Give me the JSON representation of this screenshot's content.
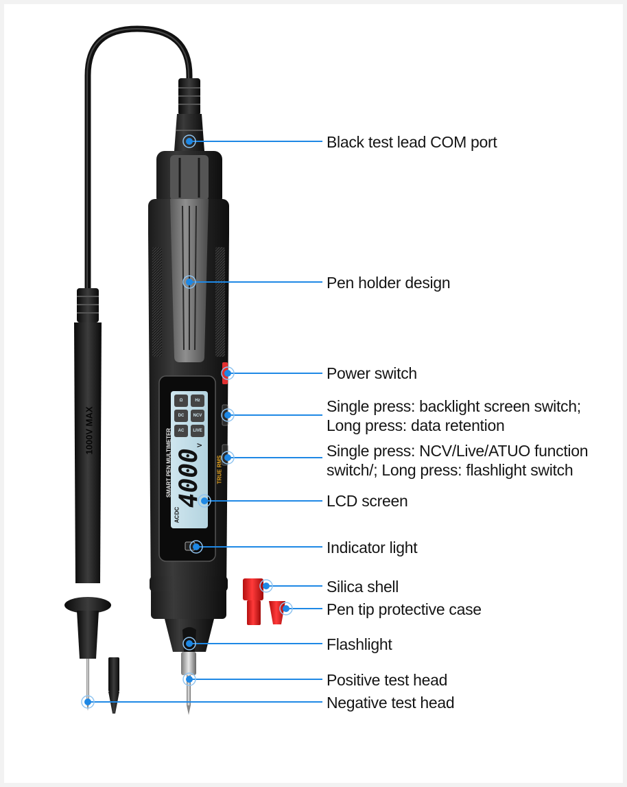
{
  "diagram": {
    "subject": "Smart pen multimeter",
    "accent_color": "#1e88e5",
    "callouts": [
      {
        "id": "com-port",
        "label": "Black test lead COM port"
      },
      {
        "id": "pen-holder",
        "label": "Pen holder design"
      },
      {
        "id": "power-switch",
        "label": "Power switch"
      },
      {
        "id": "backlight-button",
        "lines": [
          "Single press: backlight screen switch;",
          "Long press: data retention"
        ]
      },
      {
        "id": "function-button",
        "lines": [
          "Single press: NCV/Live/ATUO function",
          "switch/; Long press: flashlight switch"
        ]
      },
      {
        "id": "lcd-screen",
        "label": "LCD screen"
      },
      {
        "id": "indicator-light",
        "label": "Indicator light"
      },
      {
        "id": "silica-shell",
        "label": "Silica shell"
      },
      {
        "id": "pen-tip-case",
        "label": "Pen tip protective case"
      },
      {
        "id": "flashlight",
        "label": "Flashlight"
      },
      {
        "id": "positive-head",
        "label": "Positive test head"
      },
      {
        "id": "negative-head",
        "label": "Negative test head"
      }
    ],
    "device_text": {
      "brand_line": "SMART PEN MULTIMETER",
      "true_rms": "TRUE RMS",
      "lcd_reading": "4000",
      "lcd_units": "V",
      "lcd_mode_ac": "AC",
      "lcd_mode_dc": "DC",
      "lcd_icons": [
        "AC",
        "DC",
        "NCV",
        "LIVE",
        "Ω",
        "Hz"
      ],
      "probe_rating": "1000V MAX"
    }
  }
}
